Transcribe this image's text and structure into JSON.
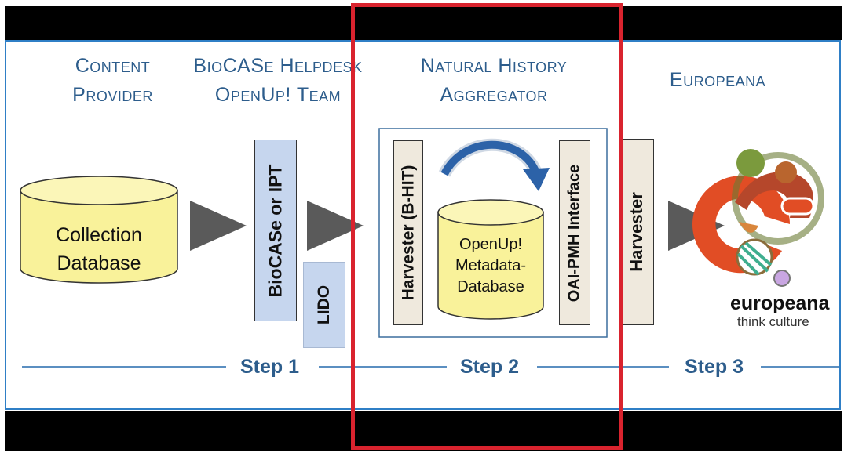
{
  "headers": {
    "content_provider": [
      "Content",
      "Provider"
    ],
    "biocase_helpdesk": [
      "BioCASe Helpdesk",
      "OpenUp! Team"
    ],
    "natural_history": [
      "Natural History",
      "Aggregator"
    ],
    "europeana": [
      "Europeana"
    ]
  },
  "nodes": {
    "collection_database": [
      "Collection",
      "Database"
    ],
    "biocase_ipt": "BioCASe or IPT",
    "lido": "LIDO",
    "harvester_bhit": "Harvester (B-HIT)",
    "openup_db": [
      "OpenUp!",
      "Metadata-",
      "Database"
    ],
    "oai_pmh": "OAI-PMH Interface",
    "harvester": "Harvester"
  },
  "logo": {
    "wordmark": "europeana",
    "tagline": "think culture"
  },
  "steps": [
    "Step 1",
    "Step 2",
    "Step 3"
  ],
  "colors": {
    "header_text": "#2d5d8c",
    "cylinder_fill": "#f9f29a",
    "blue_box": "#c6d6ee",
    "beige_box": "#efe9dd",
    "highlight": "#d9232e",
    "arrow_blue": "#2c62a8"
  }
}
